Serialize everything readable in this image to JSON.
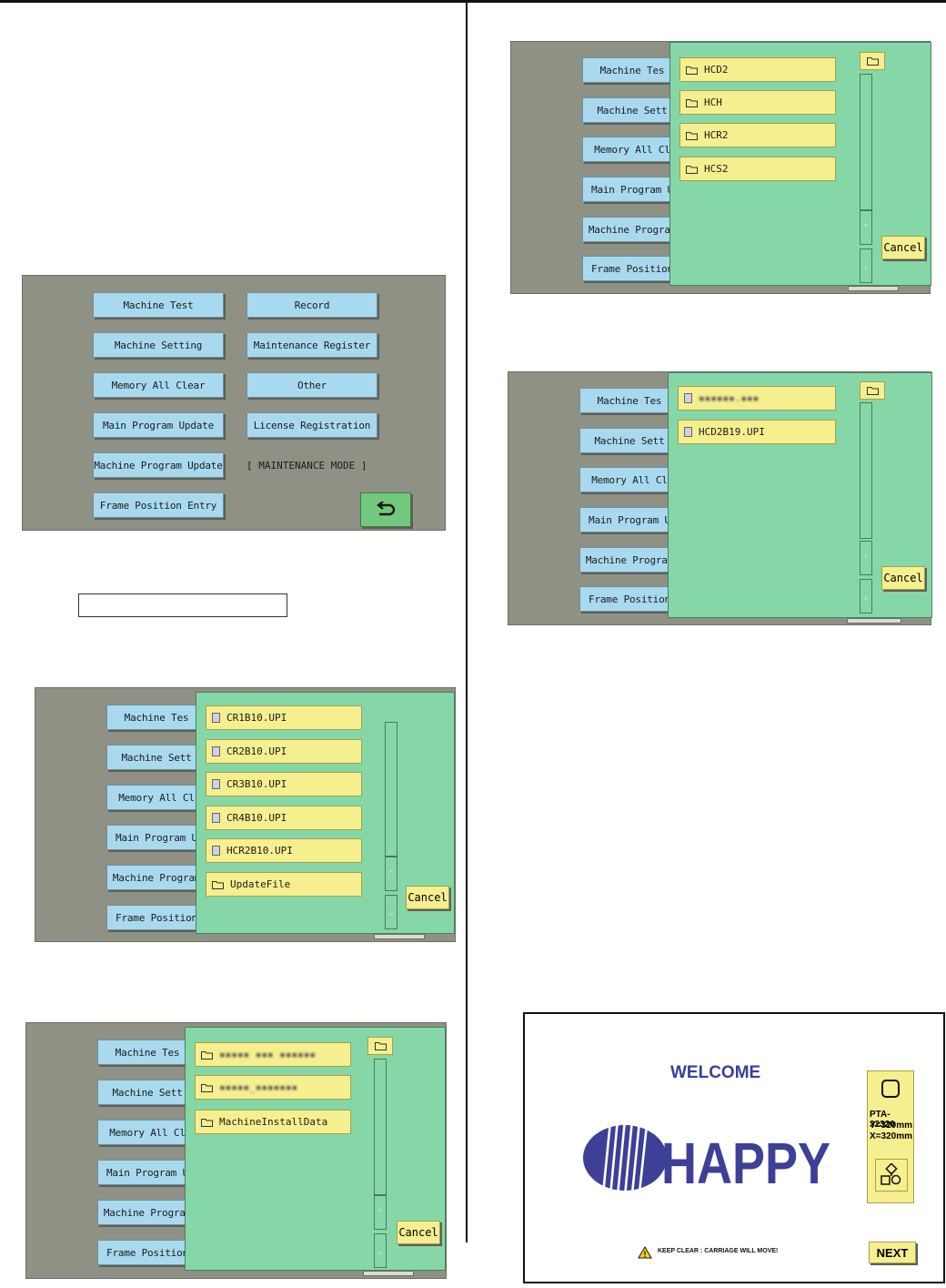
{
  "maintenance": {
    "buttons": {
      "machine_test": "Machine Test",
      "machine_setting": "Machine Setting",
      "memory_all_clear": "Memory All Clear",
      "main_program_update": "Main Program Update",
      "machine_program_update": "Machine Program Update",
      "frame_position_entry": "Frame Position Entry",
      "record": "Record",
      "maintenance_register": "Maintenance Register",
      "other": "Other",
      "license_registration": "License Registration"
    },
    "mode_label": "[ MAINTENANCE MODE ]"
  },
  "truncated_menu": {
    "machine_test": "Machine Tes",
    "machine_setting": "Machine Sett",
    "memory_all_clear": "Memory All Cl",
    "main_program_update": "Main Program U",
    "machine_program_update": "Machine Program",
    "frame_position": "Frame Position"
  },
  "dialog_cancel": "Cancel",
  "dialog_files_1": [
    "CR1B10.UPI",
    "CR2B10.UPI",
    "CR3B10.UPI",
    "CR4B10.UPI",
    "HCR2B10.UPI"
  ],
  "dialog_folder_1": "UpdateFile",
  "dialog_folders_2": [
    "MachineInstallData"
  ],
  "dialog_folders_3": [
    "HCD2",
    "HCH",
    "HCR2",
    "HCS2"
  ],
  "dialog_files_4": [
    "HCD2B19.UPI"
  ],
  "welcome": {
    "title": "WELCOME",
    "logo": "HAPPY",
    "model": "PTA-32320",
    "y_size": "Y=320mm",
    "x_size": "X=320mm",
    "warning": "KEEP CLEAR : CARRIAGE WILL MOVE!",
    "next": "NEXT"
  }
}
